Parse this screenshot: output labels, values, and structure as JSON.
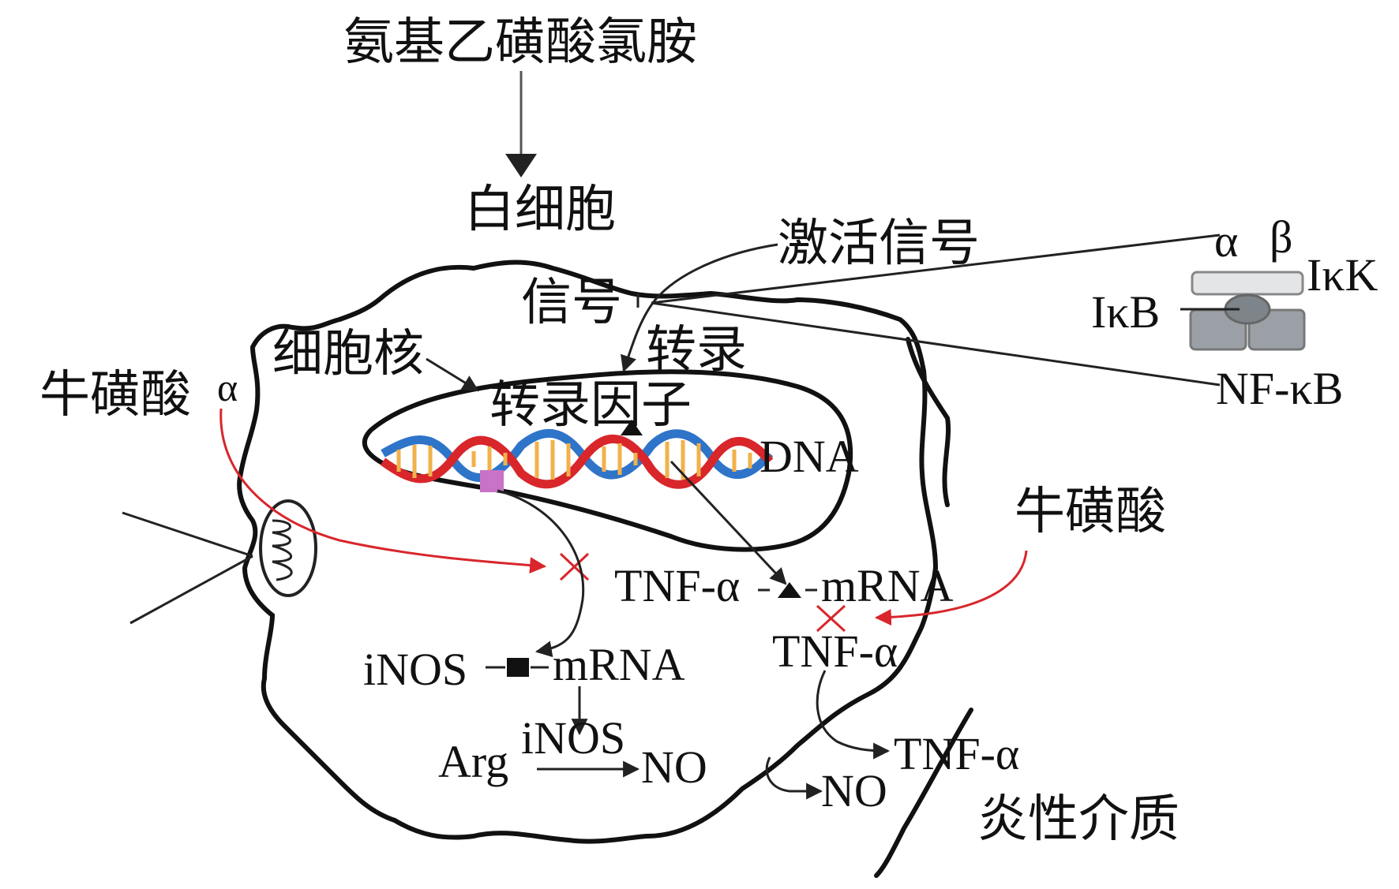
{
  "labels": {
    "chloramine": "氨基乙磺酸氯胺",
    "leukocyte": "白细胞",
    "activation_signal": "激活信号",
    "signal": "信号",
    "nucleus": "细胞核",
    "transcription": "转录",
    "transcription_factor": "转录因子",
    "taurine_left": "牛磺酸",
    "taurine_right": "牛磺酸",
    "dna": "DNA",
    "alpha_mark": "α",
    "ikk_alpha": "α",
    "ikk_beta": "β",
    "ikk": "IκK",
    "ikb": "IκB",
    "nfkb": "NF-κB",
    "tnf_mrna_left": "TNF-α",
    "tnf_mrna_right": "mRNA",
    "tnf_protein": "TNF-α",
    "inos_mrna_left": "iNOS",
    "inos_mrna_right": "mRNA",
    "arg": "Arg",
    "inos_enzyme": "iNOS",
    "no_inside": "NO",
    "no_outside": "NO",
    "tnf_outside": "TNF-α",
    "inflammatory_mediators": "炎性介质"
  },
  "colors": {
    "inhibition": "#d8262b",
    "dna_strand_red": "#d8262b",
    "dna_strand_blue": "#2e74c9",
    "dna_rungs": "#f2b14a",
    "binding_site": "#c872c8",
    "complex": "#9aa0a6"
  }
}
